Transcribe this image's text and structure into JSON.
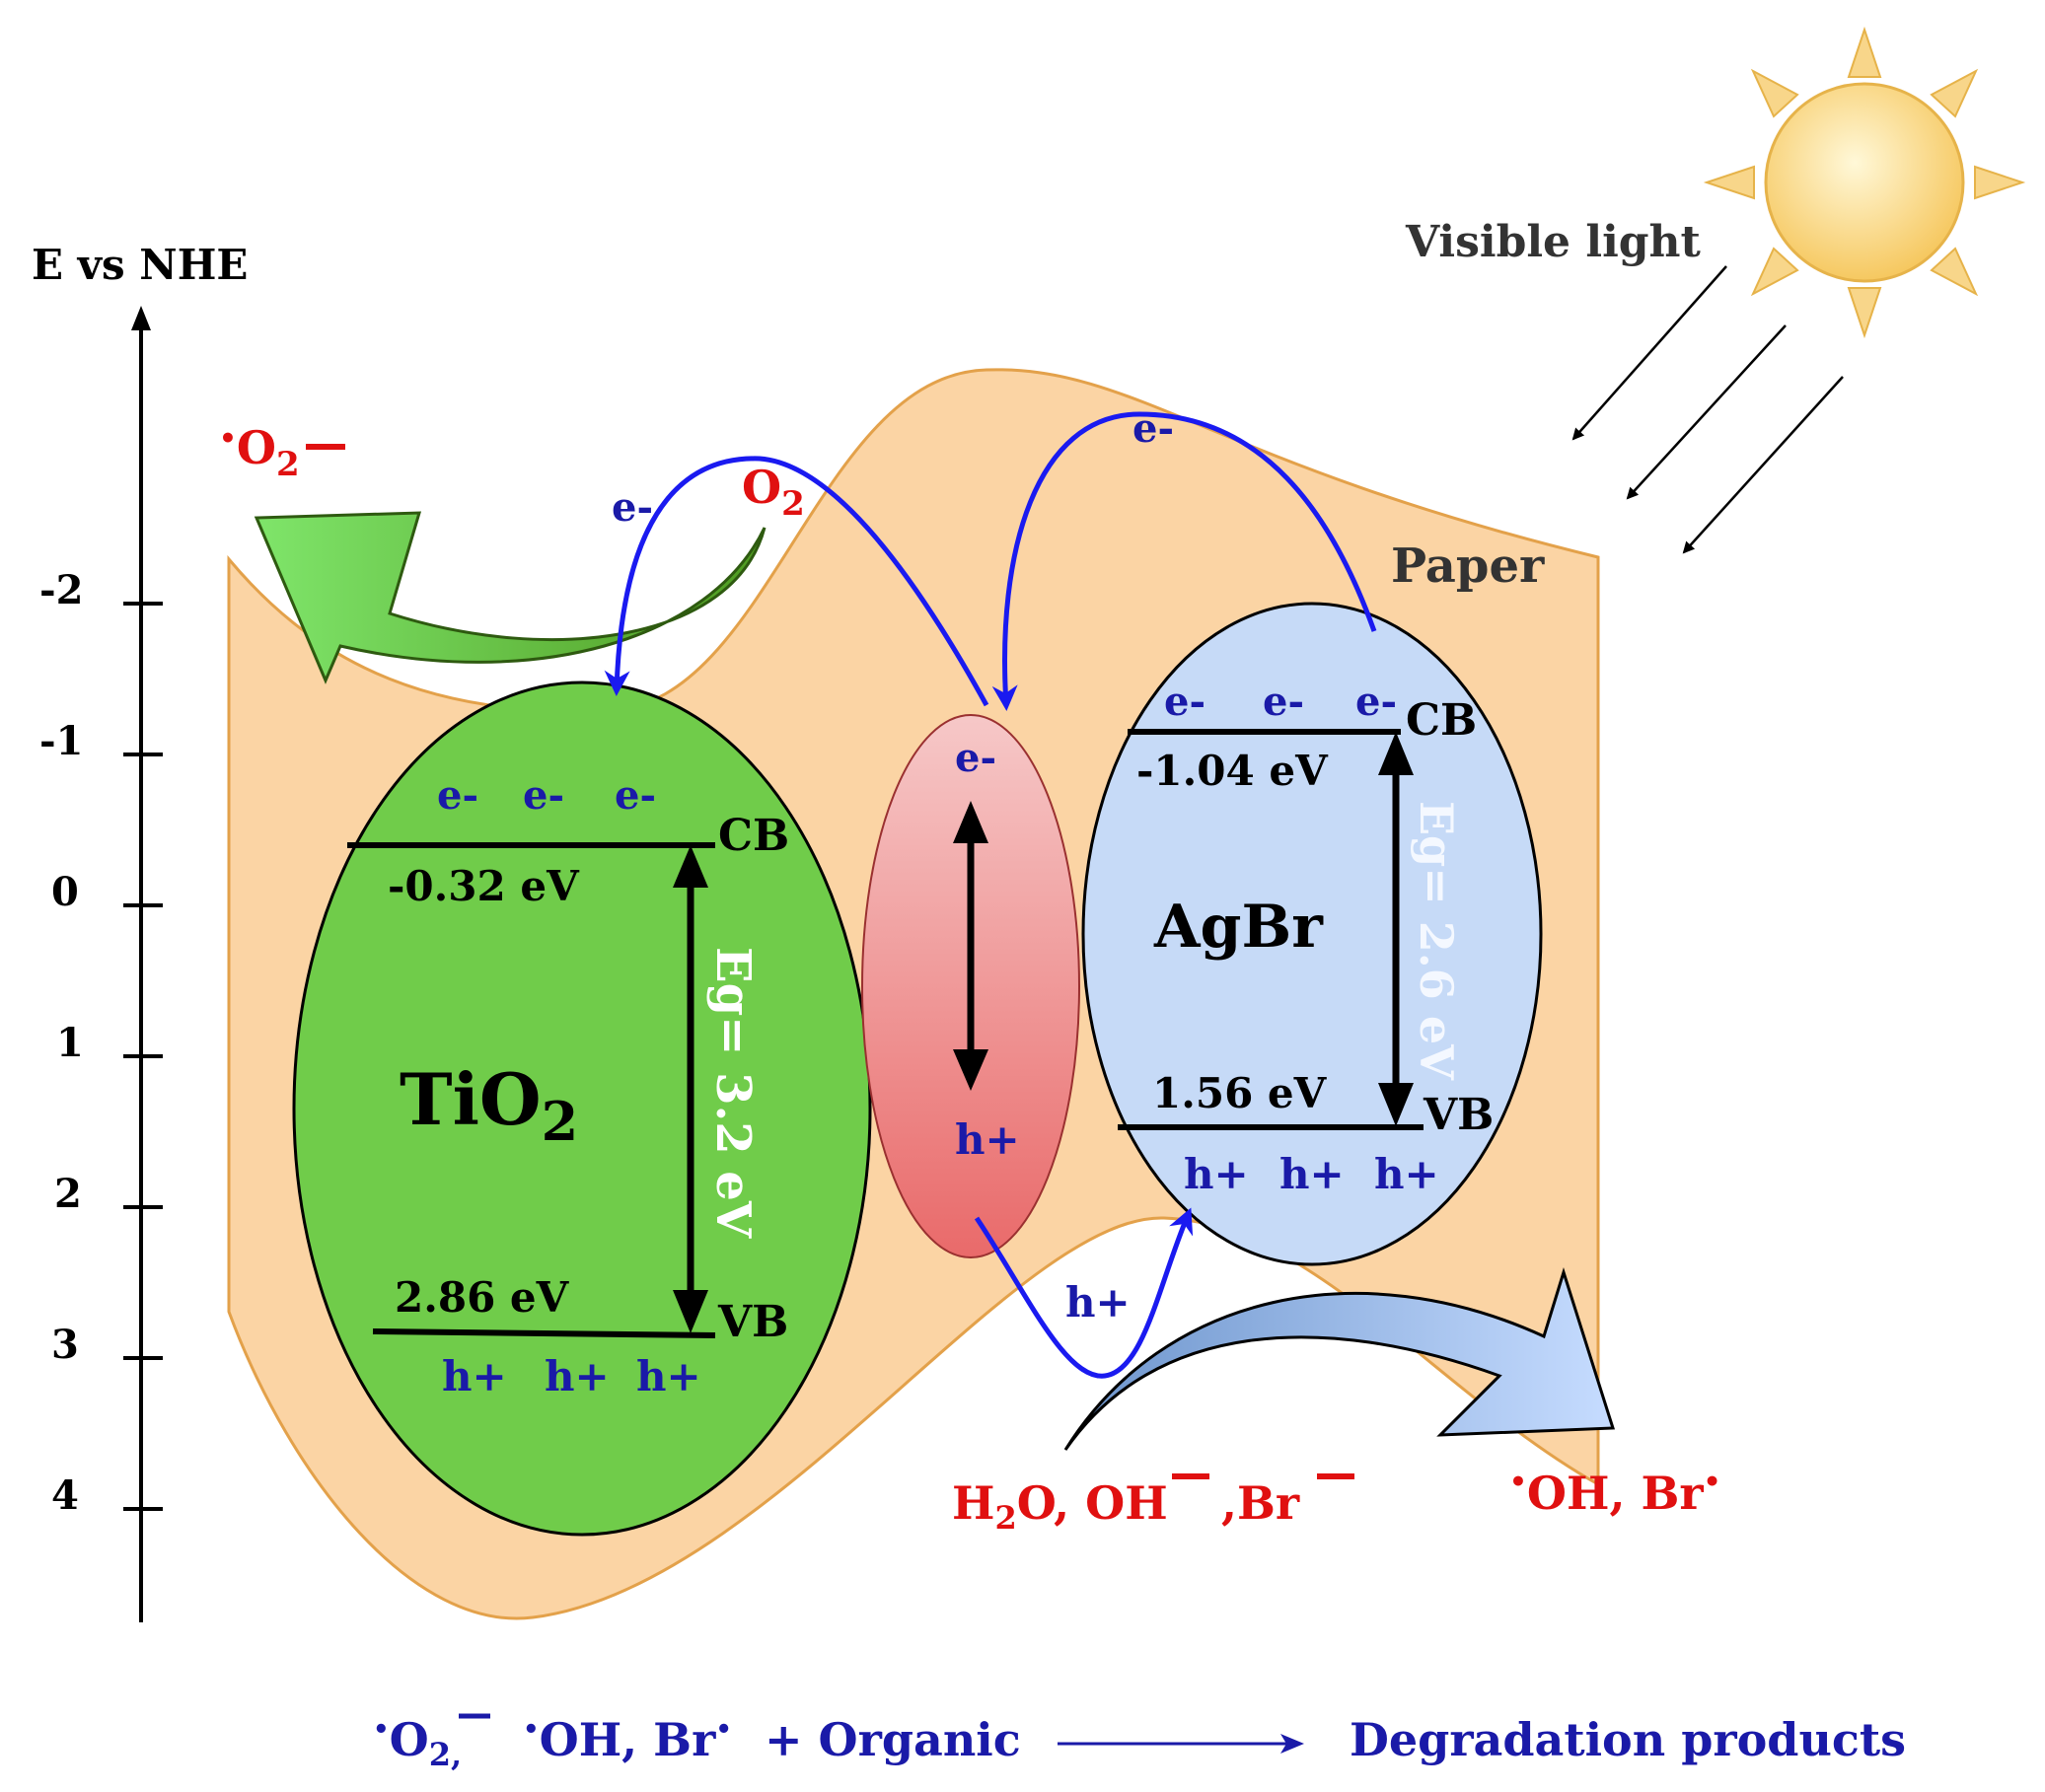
{
  "axis": {
    "title": "E vs NHE",
    "ticks": [
      "-2",
      "-1",
      "0",
      "1",
      "2",
      "3",
      "4"
    ]
  },
  "labels": {
    "visible_light": "Visible light",
    "paper": "Paper",
    "o2": "O",
    "o2_sub": "2",
    "superoxide_top": "O",
    "superoxide_top_sub": "2",
    "e_minus": "e-",
    "h_plus": "h+"
  },
  "tio2": {
    "name": "TiO",
    "name_sub": "2",
    "cb_label": "CB",
    "vb_label": "VB",
    "cb_value": "-0.32 eV",
    "vb_value": "2.86 eV",
    "eg": "Eg= 3.2 eV",
    "electrons": [
      "e-",
      "e-",
      "e-"
    ],
    "holes": [
      "h+",
      "h+",
      "h+"
    ]
  },
  "agbr": {
    "name": "AgBr",
    "cb_label": "CB",
    "vb_label": "VB",
    "cb_value": "-1.04 eV",
    "vb_value": "1.56 eV",
    "eg": "Eg= 2.6 eV",
    "electrons": [
      "e-",
      "e-",
      "e-"
    ],
    "holes": [
      "h+",
      "h+",
      "h+"
    ]
  },
  "middle": {
    "electron": "e-",
    "hole": "h+"
  },
  "reactants": {
    "left": "H",
    "left_sub": "2",
    "left_rest": "O, OH",
    "left_br": ",Br",
    "right": "OH,  Br"
  },
  "equation": {
    "o2": "O",
    "o2_sub": "2,",
    "rest1": "OH, Br",
    "plus_organic": "+  Organic",
    "products": "Degradation products"
  },
  "colors": {
    "paper": "#fbd4a4",
    "tio2": "#70cc4a",
    "agbr": "#c6daf7",
    "middle": "#ef8e8e",
    "blue_text": "#1a1aa8",
    "red_text": "#e01010",
    "arrow_blue": "#1a1af0"
  }
}
